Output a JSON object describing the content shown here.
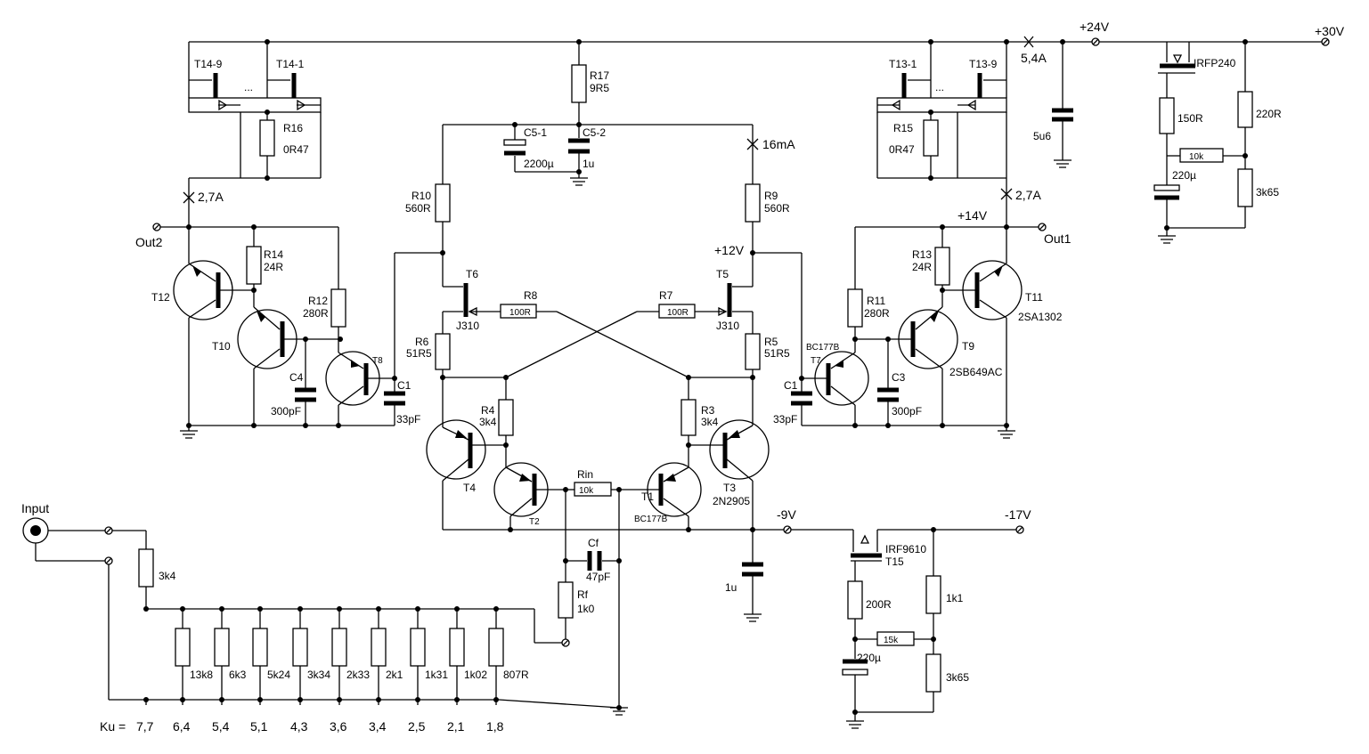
{
  "rails": {
    "v24": "+24V",
    "v30": "+30V",
    "v14": "+14V",
    "v12": "+12V",
    "vm9": "-9V",
    "vm17": "-17V",
    "i54": "5,4A",
    "i16": "16mA",
    "i27a": "2,7A",
    "i27b": "2,7A"
  },
  "io": {
    "input": "Input",
    "out1": "Out1",
    "out2": "Out2"
  },
  "parts": {
    "t14_9": "T14-9",
    "t14_1": "T14-1",
    "t13_1": "T13-1",
    "t13_9": "T13-9",
    "ellipsis": "...",
    "r16": "R16",
    "r16v": "0R47",
    "r15": "R15",
    "r15v": "0R47",
    "r17": "R17",
    "r17v": "9R5",
    "c51": "C5-1",
    "c51v": "2200µ",
    "c52": "C5-2",
    "c52v": "1u",
    "r10": "R10",
    "r10v": "560R",
    "r9": "R9",
    "r9v": "560R",
    "r14": "R14",
    "r14v": "24R",
    "r13": "R13",
    "r13v": "24R",
    "r12": "R12",
    "r12v": "280R",
    "r11": "R11",
    "r11v": "280R",
    "t12": "T12",
    "t10": "T10",
    "t8": "T8",
    "t11": "T11",
    "t11v": "2SA1302",
    "t9": "T9",
    "t9v": "2SB649AC",
    "t7": "T7",
    "t7v": "BC177B",
    "c4": "C4",
    "c4v": "300pF",
    "c3": "C3",
    "c3v": "300pF",
    "c1l": "C1",
    "c1lv": "33pF",
    "c1r": "C1",
    "c1rv": "33pF",
    "t6": "T6",
    "t6v": "J310",
    "t5": "T5",
    "t5v": "J310",
    "r8": "R8",
    "r8v": "100R",
    "r7": "R7",
    "r7v": "100R",
    "r6": "R6",
    "r6v": "51R5",
    "r5": "R5",
    "r5v": "51R5",
    "r4": "R4",
    "r4v": "3k4",
    "r3": "R3",
    "r3v": "3k4",
    "t4": "T4",
    "t2": "T2",
    "t1": "T1",
    "t1v": "BC177B",
    "t3": "T3",
    "t3v": "2N2905",
    "rin": "Rin",
    "rinv": "10k",
    "cf": "Cf",
    "cfv": "47pF",
    "rf": "Rf",
    "rfv": "1k0",
    "c9v": "1u",
    "t15": "T15",
    "t15v": "IRF9610",
    "r200": "200R",
    "r1k1": "1k1",
    "r15k": "15k",
    "c220b": "220µ",
    "r3k65b": "3k65",
    "irfp": "IRFP240",
    "c5u6": "5u6",
    "r150": "150R",
    "r220": "220R",
    "r10k": "10k",
    "c220a": "220µ",
    "r3k65a": "3k65",
    "r3k4": "3k4"
  },
  "ladder": {
    "resistors": [
      "13k8",
      "6k3",
      "5k24",
      "3k34",
      "2k33",
      "2k1",
      "1k31",
      "1k02",
      "807R"
    ],
    "ku_label": "Ku =",
    "gains": [
      "7,7",
      "6,4",
      "5,4",
      "5,1",
      "4,3",
      "3,6",
      "3,4",
      "2,5",
      "2,1",
      "1,8"
    ]
  }
}
